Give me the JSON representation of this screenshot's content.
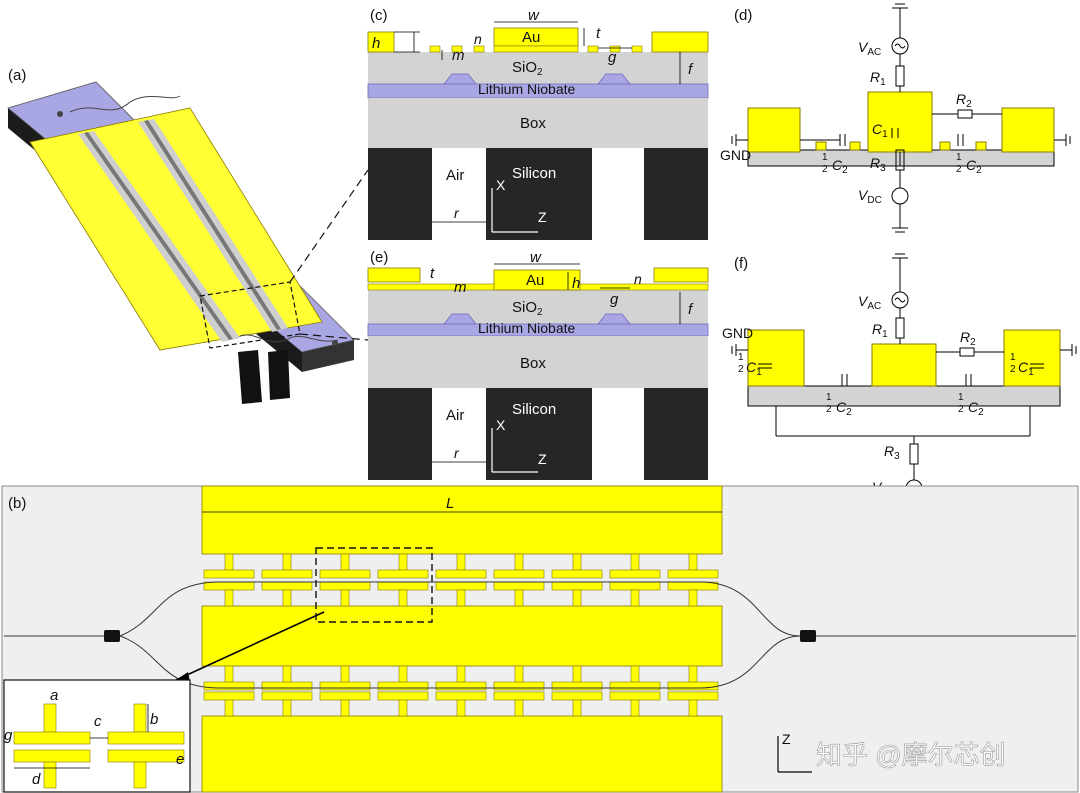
{
  "panels": {
    "a": "(a)",
    "b": "(b)",
    "c": "(c)",
    "d": "(d)",
    "e": "(e)",
    "f": "(f)"
  },
  "cross_section": {
    "au": "Au",
    "sio2": "SiO",
    "sio2_sub": "2",
    "ln": "Lithium Niobate",
    "box": "Box",
    "air": "Air",
    "silicon": "Silicon",
    "x_axis": "X",
    "z_axis": "Z"
  },
  "dims": {
    "w": "w",
    "t": "t",
    "h": "h",
    "n": "n",
    "m": "m",
    "g": "g",
    "f": "f",
    "r": "r",
    "L": "L",
    "a": "a",
    "b": "b",
    "c": "c",
    "d": "d",
    "e": "e"
  },
  "circuit": {
    "vac": "V",
    "vac_sub": "AC",
    "vdc": "V",
    "vdc_sub": "DC",
    "R": "R",
    "C": "C",
    "s1": "1",
    "s2": "2",
    "s3": "3",
    "half": "1",
    "half_den": "2",
    "gnd": "GND"
  },
  "watermark": "知乎 @摩尔芯创",
  "colors": {
    "gold": "#ffff00",
    "gold_stroke": "#8a7a00",
    "grey": "#d3d3d3",
    "ln_purple": "#a9a7e3",
    "dark": "#262626",
    "panel_bg": "#efefef"
  }
}
